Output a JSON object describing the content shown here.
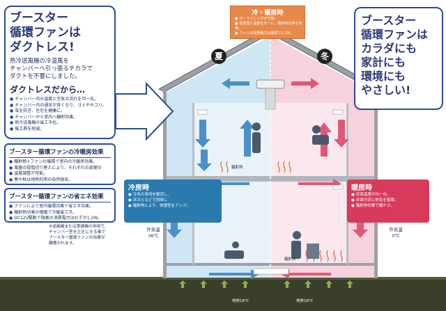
{
  "left": {
    "title_line1": "ブースター",
    "title_line2": "循環ファンは",
    "title_line3": "ダクトレス!",
    "desc_line1": "熱冷送風機の冷温風を",
    "desc_line2": "チャンバーへ引っ張るチカラで",
    "desc_line3": "ダクトを不要にしました。",
    "subhead": "ダクトレスだから…",
    "bullets": [
      "チャンバー内の温度と空気の流れを均一化。",
      "チャンバー内の通気が良くなり、ゴミやホコリ、",
      "虫を防ぎ、住宅を健康に。",
      "チャンバーから室内へ輻射効果。",
      "熱冷送風機の省エネ化。",
      "施工費を削減。"
    ]
  },
  "panel2": {
    "title": "ブースター循環ファンの冷暖房効果",
    "bullets": [
      "輻射熱+ファンの循環で室内の冷暖房効果。",
      "風量の段階切り替えにより、それぞれの部屋の",
      "温度調整が可能。",
      "春や秋は地熱利用の自然換気。"
    ]
  },
  "panel3": {
    "title": "ブースター循環ファンの省エネ効果",
    "bullets": [
      "ファンにより室内循環効果で省エネ効果。",
      "輻射熱効果の増幅で冷暖省エネ。",
      "DC12V駆動で微風の消費電力はわずか1.2W。"
    ]
  },
  "footnote": {
    "line1": "※送風機または準調機の併用で、",
    "line2": "チャンバー室を正圧にする事で",
    "line3": "ブースター循環ファンの効果が",
    "line4": "顕著われます。"
  },
  "right": {
    "line1": "ブースター",
    "line2": "循環ファンは",
    "line3": "カラダにも",
    "line4": "家計にも",
    "line5": "環境にも",
    "line6": "やさしい!"
  },
  "top": {
    "title": "冷・暖房時",
    "bullets": [
      "ローランニングが可能。",
      "各部屋に温度を均一に。輻射熱効果を倍増。",
      "ファンの消費電力は微弱で1.2W。"
    ]
  },
  "seasons": {
    "summer": "夏",
    "winter": "冬"
  },
  "cool": {
    "title": "冷房時",
    "bullets": [
      "冷気の滞流を解消し、",
      "床冷えなどで同時に",
      "輻射熱により、体感性をアップ。"
    ]
  },
  "heat": {
    "title": "暖房時",
    "bullets": [
      "床面温度の均一化。",
      "床面付近に熱気を循環。",
      "輻射熱効果で暖かさ。"
    ]
  },
  "ext_summer": {
    "label": "外気温",
    "temp": "36℃"
  },
  "ext_winter": {
    "label": "外気温",
    "temp": "0℃"
  },
  "labels": {
    "radiant": "輻射熱",
    "ground_left": "地熱18℃",
    "ground_right": "地熱18℃"
  },
  "colors": {
    "cool_blue": "#2a7ab0",
    "heat_red": "#d83a5a",
    "top_orange": "#e8894a",
    "border_navy": "#2a4a9a"
  }
}
